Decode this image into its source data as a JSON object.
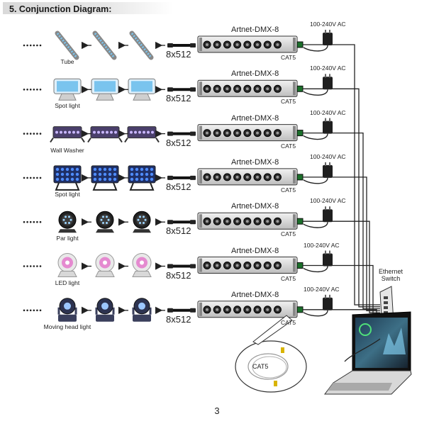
{
  "header": {
    "title": "5. Conjunction Diagram:"
  },
  "rows": [
    {
      "fixture_type": "tube",
      "fixture_label": "Tube",
      "channels": "8x512",
      "device": "Artnet-DMX-8",
      "power": "100-240V AC",
      "cable": "CAT5"
    },
    {
      "fixture_type": "spot",
      "fixture_label": "Spot light",
      "channels": "8x512",
      "device": "Artnet-DMX-8",
      "power": "100-240V AC",
      "cable": "CAT5"
    },
    {
      "fixture_type": "washer",
      "fixture_label": "Wall Washer",
      "channels": "8x512",
      "device": "Artnet-DMX-8",
      "power": "100-240V AC",
      "cable": "CAT5"
    },
    {
      "fixture_type": "flood",
      "fixture_label": "Spot light",
      "channels": "8x512",
      "device": "Artnet-DMX-8",
      "power": "100-240V AC",
      "cable": "CAT5"
    },
    {
      "fixture_type": "par",
      "fixture_label": "Par light",
      "channels": "8x512",
      "device": "Artnet-DMX-8",
      "power": "100-240V AC",
      "cable": "CAT5"
    },
    {
      "fixture_type": "led",
      "fixture_label": "LED light",
      "channels": "8x512",
      "device": "Artnet-DMX-8",
      "power": "100-240V AC",
      "cable": "CAT5"
    },
    {
      "fixture_type": "moving",
      "fixture_label": "Moving head light",
      "channels": "8x512",
      "device": "Artnet-DMX-8",
      "power": "100-240V AC",
      "cable": "CAT5"
    }
  ],
  "switch": {
    "line1": "Ethernet",
    "line2": "Switch"
  },
  "cable_bubble": {
    "label": "CAT5"
  },
  "page": {
    "number": "3"
  },
  "colors": {
    "ink": "#222222",
    "device_body": "#e4e4e4",
    "device_panel": "#555555",
    "led_blue": "#7ac4ee",
    "led_pink": "#e58ad0"
  },
  "icons": {
    "power_adapter": "power-adapter-icon",
    "laptop": "laptop-icon",
    "switch": "ethernet-switch-icon",
    "cable_coil": "cable-coil-icon"
  }
}
